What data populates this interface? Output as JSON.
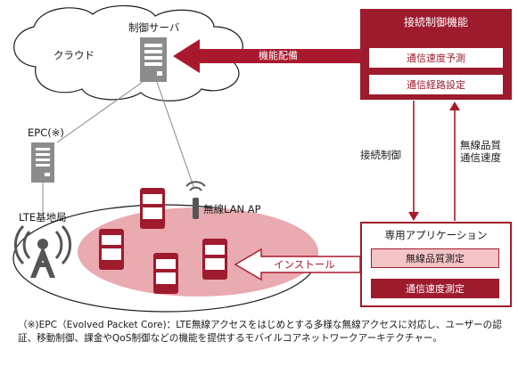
{
  "cloud": {
    "label": "クラウド"
  },
  "control_server": {
    "label": "制御サーバ"
  },
  "epc": {
    "label": "EPC(※)"
  },
  "lte_base": {
    "label": "LTE基地局"
  },
  "wlan_ap": {
    "label": "無線LAN AP"
  },
  "arrow_deploy": {
    "label": "機能配備"
  },
  "arrow_install": {
    "label": "インストール"
  },
  "arrow_connect": {
    "label": "接続制御"
  },
  "arrow_quality": {
    "label": "無線品質\n通信速度"
  },
  "connection_control": {
    "title": "接続制御機能",
    "items": [
      "通信速度予測",
      "通信経路設定"
    ]
  },
  "dedicated_app": {
    "title": "専用アプリケーション",
    "items": [
      "無線品質測定",
      "通信速度測定"
    ]
  },
  "footnote": "（※)EPC（Evolved Packet Core)：LTE無線アクセスをはじめとする多様な無線アクセスに対応し、ユーザーの認証、移動制御、課金やQoS制御などの機能を提供するモバイルコアネットワークアーキテクチャー。",
  "colors": {
    "brand_red": "#9e1b2d",
    "arrow_red": "#a9192d",
    "pink_fill": "#e9aab0",
    "light_pink": "#f4c4c7",
    "gray_icon": "#8c8c8c"
  }
}
